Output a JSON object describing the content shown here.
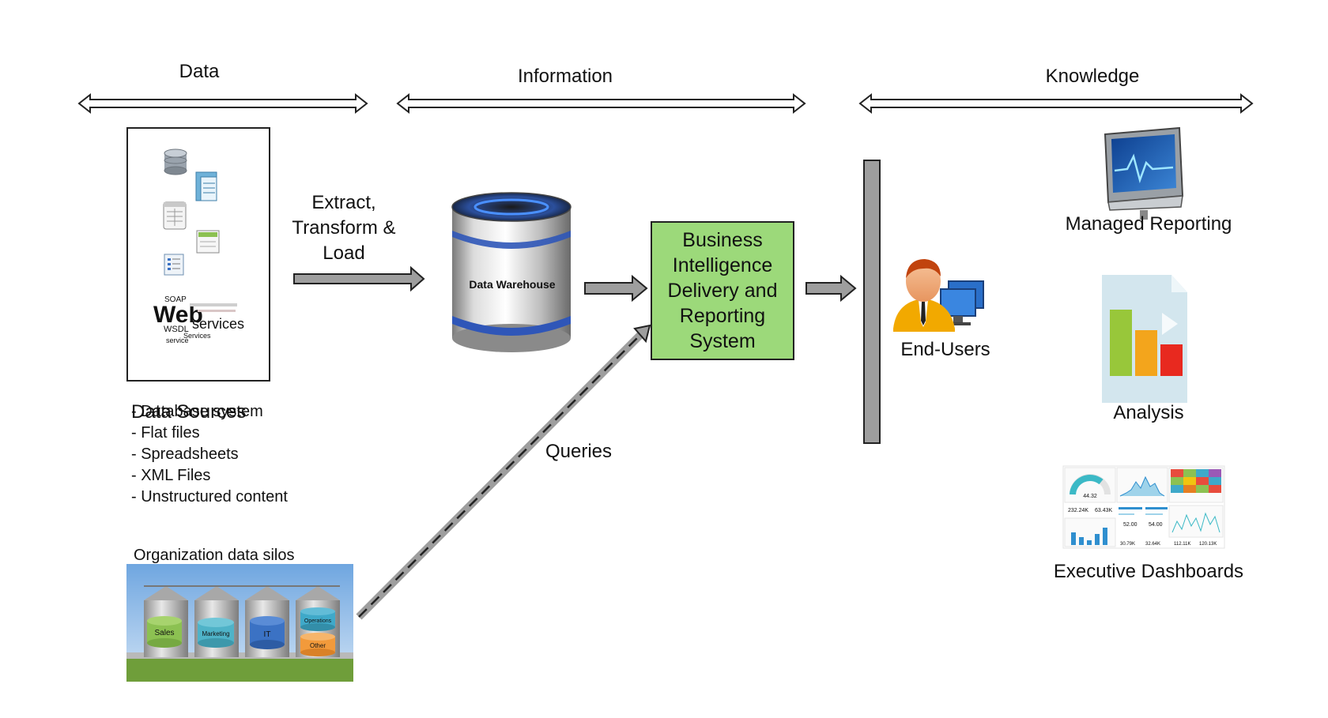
{
  "stages": {
    "data": "Data",
    "information": "Information",
    "knowledge": "Knowledge"
  },
  "etl_label": [
    "Extract,",
    "Transform &",
    "Load"
  ],
  "warehouse_label": "Data Warehouse",
  "bi_box_label": "Business Intelligence Delivery and Reporting System",
  "queries_label": "Queries",
  "end_users_label": "End-Users",
  "data_sources": {
    "title": "Data Sources",
    "items": [
      "Database system",
      "Flat files",
      "Spreadsheets",
      "XML Files",
      "Unstructured content"
    ]
  },
  "silos": {
    "title": "Organization data silos",
    "labels": [
      "Sales",
      "Marketing",
      "IT",
      "Operations",
      "Other"
    ]
  },
  "web_services": {
    "big": "Web",
    "small": "services",
    "tags": [
      "SOAP",
      "WSDL",
      "Services",
      "service"
    ]
  },
  "outputs": {
    "managed_reporting": "Managed Reporting",
    "analysis": "Analysis",
    "executive_dashboards": "Executive Dashboards"
  },
  "dashboard_numbers": [
    "44.32",
    "232.24K",
    "63.43K",
    "52.00",
    "54.00",
    "30.79K",
    "32.64K",
    "112.11K",
    "120.13K"
  ],
  "colors": {
    "bi_box": "#9cd97a",
    "arrow_fill": "#9e9e9e",
    "sales": "#8cc152",
    "marketing": "#4fb3c8",
    "it": "#3b72c4",
    "operations": "#3fa9c9",
    "other": "#f29a3b"
  },
  "icons": [
    "database-icon",
    "spreadsheet-icon",
    "document-icon",
    "xml-file-icon",
    "list-file-icon",
    "monitor-icon",
    "bar-chart-icon",
    "user-computer-icon"
  ]
}
